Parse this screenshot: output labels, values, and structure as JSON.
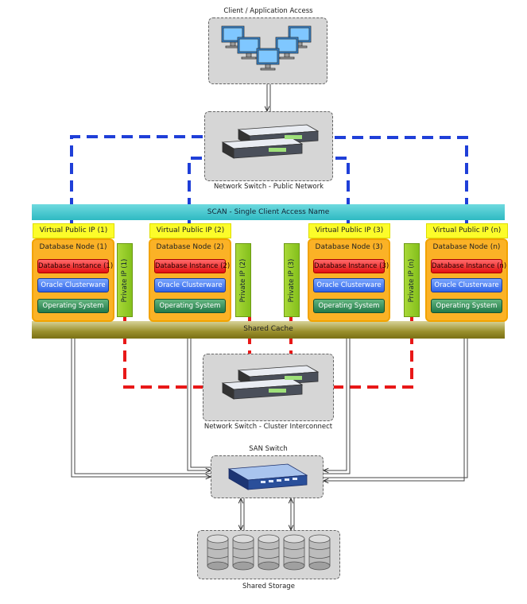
{
  "client_access": {
    "label": "Client / Application Access"
  },
  "public_switch": {
    "label": "Network Switch - Public Network"
  },
  "scan": {
    "label": "SCAN - Single Client Access Name"
  },
  "shared_cache": {
    "label": "Shared Cache"
  },
  "interconnect_switch": {
    "label": "Network Switch - Cluster Interconnect"
  },
  "san_switch": {
    "label": "SAN Switch"
  },
  "shared_storage": {
    "label": "Shared Storage"
  },
  "nodes": [
    {
      "vip": "Virtual Public IP (1)",
      "title": "Database Node (1)",
      "db": "Database Instance (1)",
      "cw": "Oracle Clusterware",
      "os": "Operating System"
    },
    {
      "vip": "Virtual Public IP (2)",
      "title": "Database Node (2)",
      "db": "Database Instance (2)",
      "cw": "Oracle Clusterware",
      "os": "Operating System"
    },
    {
      "vip": "Virtual Public IP (3)",
      "title": "Database Node (3)",
      "db": "Database Instance (3)",
      "cw": "Oracle Clusterware",
      "os": "Operating System"
    },
    {
      "vip": "Virtual Public IP (n)",
      "title": "Database Node (n)",
      "db": "Database Instance (n)",
      "cw": "Oracle Clusterware",
      "os": "Operating System"
    }
  ],
  "private_ips": [
    "Private IP (1)",
    "Private IP (2)",
    "Private IP (3)",
    "Private IP (n)"
  ],
  "colors": {
    "public_link": "#1f3fd8",
    "interconnect_link": "#e81818",
    "scan": "#2eb9c2",
    "shared_cache": "#8f8420",
    "vip": "#fcfc2a",
    "node": "#fbb226",
    "db_instance": "#e31010",
    "clusterware": "#2f63e6",
    "os": "#237a4a",
    "private_ip": "#8cc620"
  }
}
